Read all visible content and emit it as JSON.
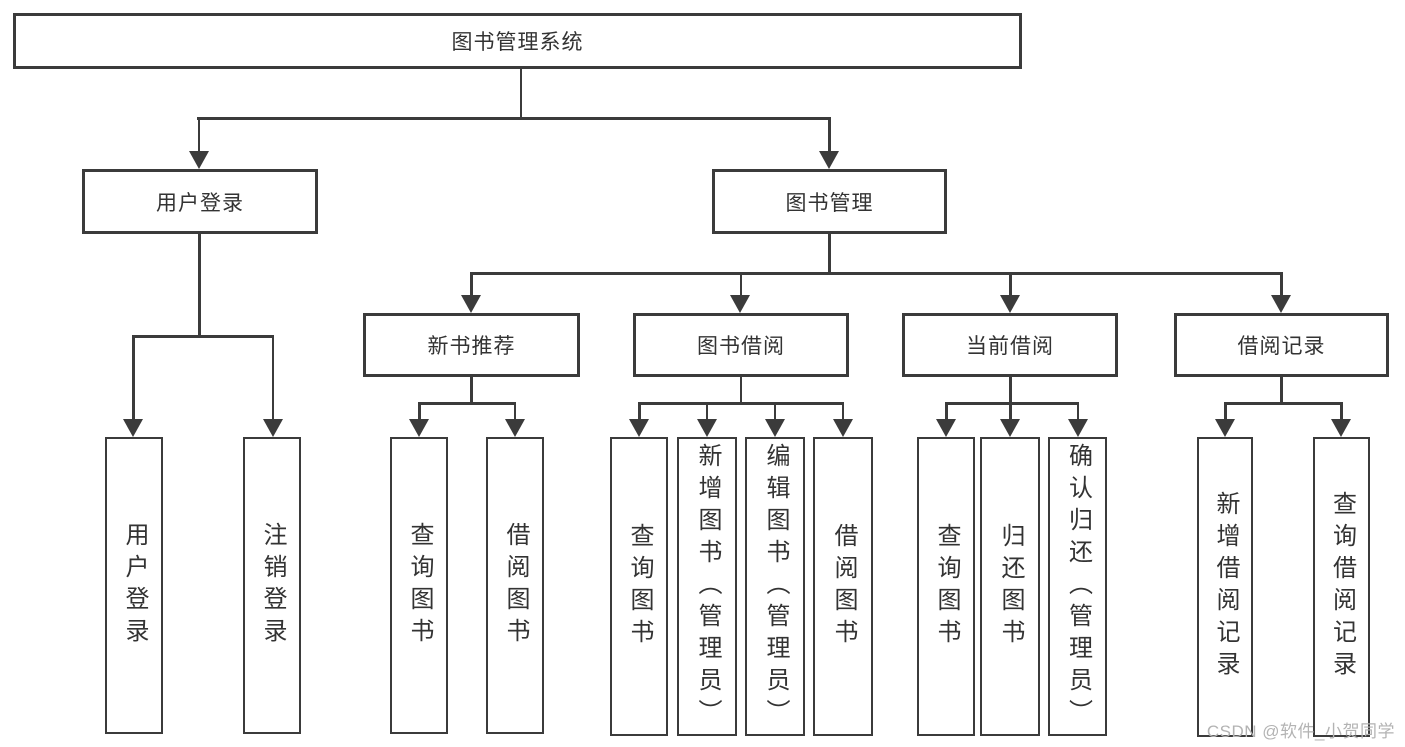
{
  "diagram": {
    "type": "tree",
    "root": {
      "label": "图书管理系统",
      "children": [
        {
          "label": "用户登录",
          "children": [
            {
              "label": "用户登录"
            },
            {
              "label": "注销登录"
            }
          ]
        },
        {
          "label": "图书管理",
          "children": [
            {
              "label": "新书推荐",
              "children": [
                {
                  "label": "查询图书"
                },
                {
                  "label": "借阅图书"
                }
              ]
            },
            {
              "label": "图书借阅",
              "children": [
                {
                  "label": "查询图书"
                },
                {
                  "label": "新增图书（管理员）"
                },
                {
                  "label": "编辑图书（管理员）"
                },
                {
                  "label": "借阅图书"
                }
              ]
            },
            {
              "label": "当前借阅",
              "children": [
                {
                  "label": "查询图书"
                },
                {
                  "label": "归还图书"
                },
                {
                  "label": "确认归还（管理员）"
                }
              ]
            },
            {
              "label": "借阅记录",
              "children": [
                {
                  "label": "新增借阅记录"
                },
                {
                  "label": "查询借阅记录"
                }
              ]
            }
          ]
        }
      ]
    }
  },
  "watermark": {
    "text": "CSDN @软件_小贺同学"
  },
  "colors": {
    "line": "#3b3b3b",
    "text": "#333333",
    "watermark": "#b3b3b3",
    "background": "#ffffff"
  }
}
